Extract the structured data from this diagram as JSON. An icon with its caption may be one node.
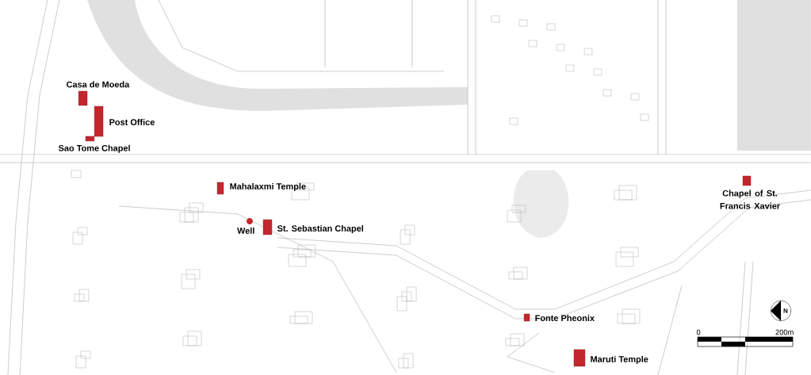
{
  "diagram": {
    "nodes": [
      {
        "text": [],
        "shape": "box",
        "beside": [
          "Casa de Moeda"
        ]
      },
      {
        "text": [],
        "shape": "box",
        "beside": [
          "Post Office"
        ]
      },
      {
        "text": [],
        "shape": "box",
        "beside": [
          "Sao Tome Chapel"
        ]
      },
      {
        "text": [],
        "shape": "box",
        "beside": [
          "Mahalaxmi Temple"
        ]
      },
      {
        "text": [],
        "shape": "circle",
        "beside": [
          "Well"
        ]
      },
      {
        "text": [],
        "shape": "box",
        "beside": [
          "St. Sebastian Chapel"
        ]
      },
      {
        "text": [],
        "shape": "box",
        "beside": [
          "Chapel of St. Francis Xavier"
        ]
      },
      {
        "text": [],
        "shape": "box",
        "beside": [
          "Fonte Pheonix"
        ]
      },
      {
        "text": [],
        "shape": "box",
        "beside": [
          "Maruti Temple"
        ]
      }
    ],
    "labels": [
      "N",
      "0",
      "200m"
    ]
  }
}
